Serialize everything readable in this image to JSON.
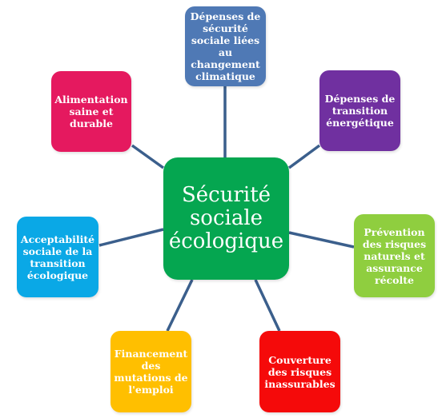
{
  "diagram": {
    "center": {
      "label": "Sécurité sociale écologique",
      "color": "#05a650"
    },
    "line_color": "#3b5f8c",
    "nodes": [
      {
        "id": "climat",
        "label": "Dépenses de sécurité sociale liées au changement climatique",
        "color": "#4f79b5"
      },
      {
        "id": "transition",
        "label": "Dépenses de transition énergétique",
        "color": "#7030a0"
      },
      {
        "id": "risques-naturels",
        "label": "Prévention des risques naturels et assurance récolte",
        "color": "#8fce3f"
      },
      {
        "id": "inassurables",
        "label": "Couverture des risques inassurables",
        "color": "#f50a0a"
      },
      {
        "id": "emploi",
        "label": "Financement des mutations de l'emploi",
        "color": "#ffbf00"
      },
      {
        "id": "acceptabilite",
        "label": "Acceptabilité sociale de la transition écologique",
        "color": "#0aa8e6"
      },
      {
        "id": "alimentation",
        "label": "Alimentation saine et durable",
        "color": "#e5195f"
      }
    ]
  }
}
